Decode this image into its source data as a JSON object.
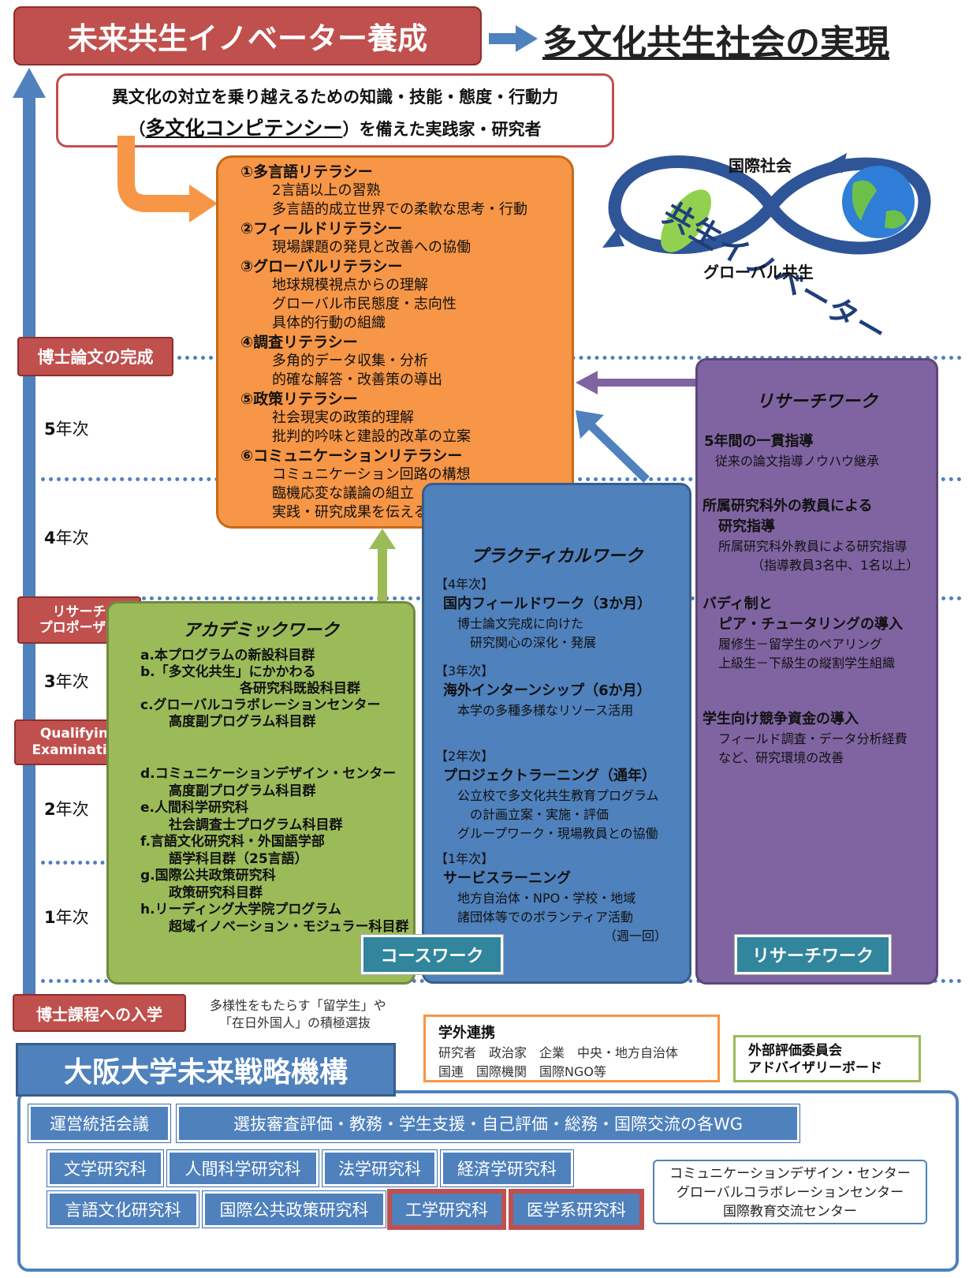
{
  "header": {
    "left_title": "未来共生イノベーター養成",
    "right_title": "多文化共生社会の実現"
  },
  "competency": {
    "line1": "異文化の対立を乗り越えるための知識・技能・態度・行動力",
    "line2_pre": "（",
    "line2_em": "多文化コンピテンシー",
    "line2_post": "）を備えた実践家・研究者"
  },
  "literacies": [
    {
      "title": "①多言語リテラシー",
      "items": [
        "2言語以上の習熟",
        "多言語的成立世界での柔軟な思考・行動"
      ]
    },
    {
      "title": "②フィールドリテラシー",
      "items": [
        "現場課題の発見と改善への協働"
      ]
    },
    {
      "title": "③グローバルリテラシー",
      "items": [
        "地球規模視点からの理解",
        "グローバル市民態度・志向性",
        "具体的行動の組織"
      ]
    },
    {
      "title": "④調査リテラシー",
      "items": [
        "多角的データ収集・分析",
        "的確な解答・改善策の導出"
      ]
    },
    {
      "title": "⑤政策リテラシー",
      "items": [
        "社会現実の政策的理解",
        "批判的吟味と建設的改革の立案"
      ]
    },
    {
      "title": "⑥コミュニケーションリテラシー",
      "items": [
        "コミュニケーション回路の構想",
        "臨機応変な議論の組立",
        "実践・研究成果を伝える力"
      ]
    }
  ],
  "logo": {
    "main": "共生イノベーター",
    "top_label": "国際社会",
    "bottom_label": "グローバル共生"
  },
  "milestones": {
    "thesis": "博士論文の完成",
    "proposal_1": "リサーチ",
    "proposal_2": "プロポーザル",
    "qe_1": "Qualifying",
    "qe_2": "Examination",
    "admission": "博士課程への入学"
  },
  "years": [
    {
      "num": "5",
      "unit": "年次"
    },
    {
      "num": "4",
      "unit": "年次"
    },
    {
      "num": "3",
      "unit": "年次"
    },
    {
      "num": "2",
      "unit": "年次"
    },
    {
      "num": "1",
      "unit": "年次"
    }
  ],
  "academic": {
    "title": "アカデミックワーク",
    "lines": [
      "a.本プログラムの新設科目群",
      "b.「多文化共生」にかかわる",
      "各研究科既設科目群",
      "c.グローバルコラボレーションセンター",
      "高度副プログラム科目群",
      "d.コミュニケーションデザイン・センター",
      "高度副プログラム科目群",
      "e.人間科学研究科",
      "社会調査士プログラム科目群",
      "f.言語文化研究科・外国語学部",
      "語学科目群（25言語）",
      "g.国際公共政策研究科",
      "政策研究科目群",
      "h.リーディング大学院プログラム",
      "超域イノベーション・モジュラー科目群"
    ]
  },
  "practical": {
    "title": "プラクティカルワーク",
    "blocks": [
      {
        "year": "【4年次】",
        "head": "国内フィールドワーク（3か月）",
        "body": [
          "博士論文完成に向けた",
          "研究関心の深化・発展"
        ]
      },
      {
        "year": "【3年次】",
        "head": "海外インターンシップ（6か月）",
        "body": [
          "本学の多種多様なリソース活用"
        ]
      },
      {
        "year": "【2年次】",
        "head": "プロジェクトラーニング（通年）",
        "body": [
          "公立校で多文化共生教育プログラム",
          "の計画立案・実施・評価",
          "グループワーク・現場教員との協働"
        ]
      },
      {
        "year": "【1年次】",
        "head": "サービスラーニング",
        "body": [
          "地方自治体・NPO・学校・地域",
          "諸団体等でのボランティア活動",
          "（週一回）"
        ]
      }
    ]
  },
  "research": {
    "title": "リサーチワーク",
    "blocks": [
      {
        "head": [
          "5年間の一貫指導"
        ],
        "body": [
          "従来の論文指導ノウハウ継承"
        ]
      },
      {
        "head": [
          "所属研究科外の教員による",
          "研究指導"
        ],
        "body": [
          "所属研究科外教員による研究指導",
          "（指導教員3名中、1名以上）"
        ]
      },
      {
        "head": [
          "バディ制と",
          "ピア・チュータリングの導入"
        ],
        "body": [
          "履修生－留学生のペアリング",
          "上級生－下級生の縦割学生組織"
        ]
      },
      {
        "head": [
          "学生向け競争資金の導入"
        ],
        "body": [
          "フィールド調査・データ分析経費",
          "など、研究環境の改善"
        ]
      }
    ]
  },
  "tags": {
    "coursework": "コースワーク",
    "researchwork": "リサーチワーク"
  },
  "admission_note": [
    "多様性をもたらす「留学生」や",
    "「在日外国人」の積極選抜"
  ],
  "external": {
    "title": "学外連携",
    "line1": "研究者　政治家　企業　中央・地方自治体",
    "line2": "国連　国際機関　国際NGO等"
  },
  "advisory": [
    "外部評価委員会",
    "アドバイザリーボード"
  ],
  "org": {
    "title": "大阪大学未来戦略機構",
    "row1": [
      "運営統括会議",
      "選抜審査評価・教務・学生支援・自己評価・総務・国際交流の各WG"
    ],
    "row2": [
      "文学研究科",
      "人間科学研究科",
      "法学研究科",
      "経済学研究科"
    ],
    "row3": [
      "言語文化研究科",
      "国際公共政策研究科",
      "工学研究科",
      "医学系研究科"
    ],
    "centers": [
      "コミュニケーションデザイン・センター",
      "グローバルコラボレーションセンター",
      "国際教育交流センター"
    ]
  },
  "colors": {
    "red": "#c0504d",
    "orange": "#f79646",
    "blue": "#4f81bd",
    "green": "#9bbb59",
    "purple": "#8064a2",
    "teal": "#31859c"
  }
}
